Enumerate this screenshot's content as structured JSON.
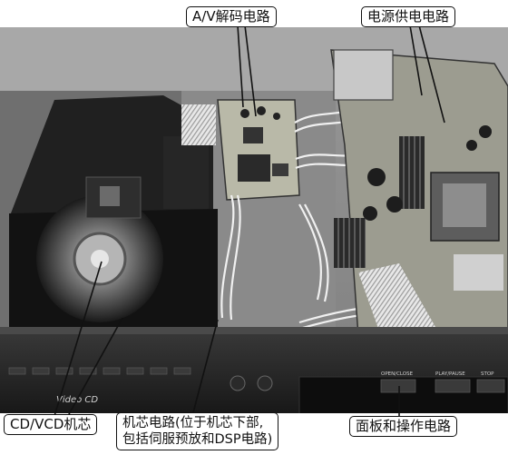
{
  "figure": {
    "callouts": [
      {
        "id": "av-decode",
        "text": "A/V解码电路"
      },
      {
        "id": "power-supply",
        "text": "电源供电电路"
      },
      {
        "id": "cd-vcd-mechanism",
        "text": "CD/VCD机芯"
      },
      {
        "id": "mechanism-circuit",
        "lines": [
          "机芯电路(位于机芯下部,",
          "包括伺服预放和DSP电路)"
        ]
      },
      {
        "id": "panel-operation",
        "text": "面板和操作电路"
      }
    ],
    "photo_text": {
      "panel_brand": "Video CD",
      "panel_button_1": "OPEN/CLOSE",
      "panel_button_2": "PLAY/PAUSE",
      "panel_button_3": "STOP"
    }
  }
}
